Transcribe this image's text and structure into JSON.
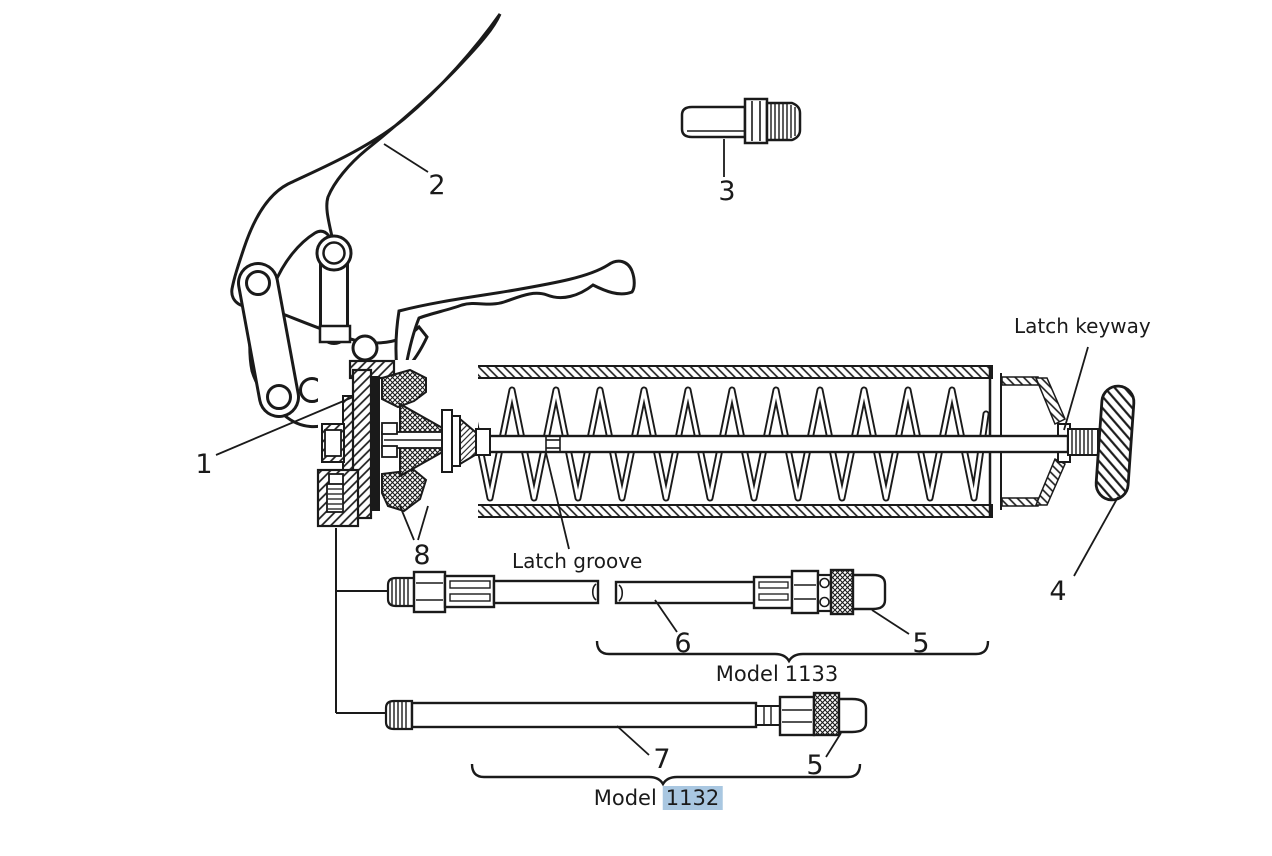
{
  "diagram": {
    "type": "exploded-parts-diagram",
    "subject": "lever grease gun",
    "colors": {
      "background": "#ffffff",
      "line": "#1a1a1a",
      "highlight": "#a9c7e1"
    },
    "part_labels": {
      "p1": "1",
      "p2": "2",
      "p3": "3",
      "p4": "4",
      "p5_upper": "5",
      "p5_lower": "5",
      "p6": "6",
      "p7": "7",
      "p8": "8"
    },
    "annotations": {
      "latch_keyway": "Latch keyway",
      "latch_groove": "Latch groove"
    },
    "models": {
      "model_1133": {
        "prefix": "Model",
        "number": "1133",
        "highlighted": false
      },
      "model_1132": {
        "prefix": "Model",
        "number": "1132",
        "highlighted": true
      }
    }
  }
}
